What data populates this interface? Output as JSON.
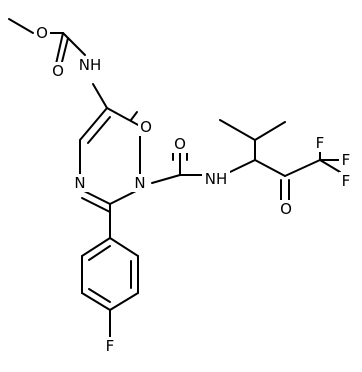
{
  "atom_labels": {
    "o_ester": "O",
    "o_carbonyl_carbamate": "O",
    "nh_carbamate": "NH",
    "o_ring_ketone": "O",
    "n_ring_top": "N",
    "n_ring_bottom": "N",
    "o_amide": "O",
    "nh_amide": "NH",
    "o_ketone": "O",
    "f_cf3_1": "F",
    "f_cf3_2": "F",
    "f_cf3_3": "F",
    "f_aryl": "F"
  },
  "colors": {
    "bond": "#000000",
    "label": "#000000",
    "background": "#ffffff"
  }
}
